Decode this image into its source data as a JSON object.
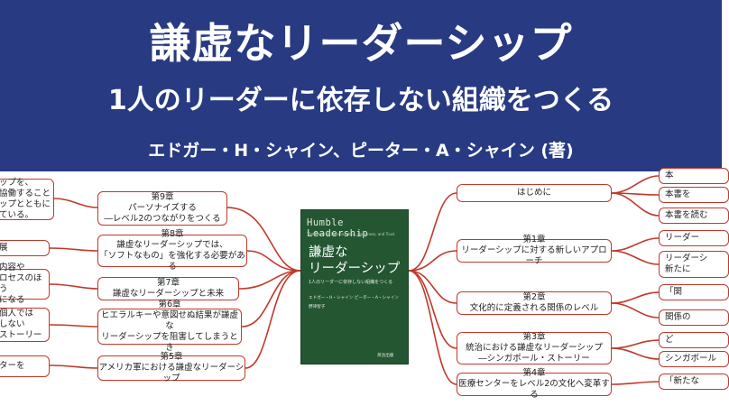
{
  "header": {
    "title": "謙虚なリーダーシップ",
    "subtitle": "1人のリーダーに依存しない組織をつくる",
    "authors": "エドガー・H・シャイン、ピーター・A・シャイン (著)"
  },
  "book": {
    "title_en": "Humble Leadership",
    "subtitle_en": "The Power of Relationships, Openness, and Trust",
    "title_jp_1": "謙虚な",
    "title_jp_2": "リーダーシップ",
    "subtitle_jp": "1人のリーダーに依存しない組織をつくる",
    "authors_line": "エドガー・H・シャイン ピーター・A・シャイン",
    "translator": "野津智子",
    "publisher": "英治出版"
  },
  "left_branches": [
    {
      "label": "第9章\nパーソナイズする\n―レベル2のつながりをつくる"
    },
    {
      "label": "第8章\n謙虚なリーダーシップでは、\n「ソフトなもの」を強化する必要がある"
    },
    {
      "label": "第7章\n謙虚なリーダーシップと未来"
    },
    {
      "label": "第6章\nヒエラルキーや意図せぬ結果が謙虚な\nリーダーシップを阻害してしまうとき"
    },
    {
      "label": "第5章\nアメリカ軍における謙虚なリーダーシップ"
    }
  ],
  "left_leaves": [
    {
      "label": "ップを、\n協働すること\nップとともに\nている。"
    },
    {
      "label": "展"
    },
    {
      "label": "内容や\nロセスのほう\nになる"
    },
    {
      "label": "個人では\nしない\nストーリー"
    },
    {
      "label": "ターを"
    }
  ],
  "right_branches": [
    {
      "label": "はじめに"
    },
    {
      "label": "第1章\nリーダーシップに対する新しいアプローチ"
    },
    {
      "label": "第2章\n文化的に定義される関係のレベル"
    },
    {
      "label": "第3章\n統治における謙虚なリーダーシップ\n―シンガポール・ストーリー"
    },
    {
      "label": "第4章\n医療センターをレベル2の文化へ変革する"
    }
  ],
  "right_leaves": [
    {
      "label": "本"
    },
    {
      "label": "本書を"
    },
    {
      "label": "本書を読む"
    },
    {
      "label": "リーダー"
    },
    {
      "label": "リーダーシ\n新たに"
    },
    {
      "label": "「関"
    },
    {
      "label": "関係の"
    },
    {
      "label": "ど"
    },
    {
      "label": "シンガポール"
    },
    {
      "label": "「新たな"
    }
  ]
}
